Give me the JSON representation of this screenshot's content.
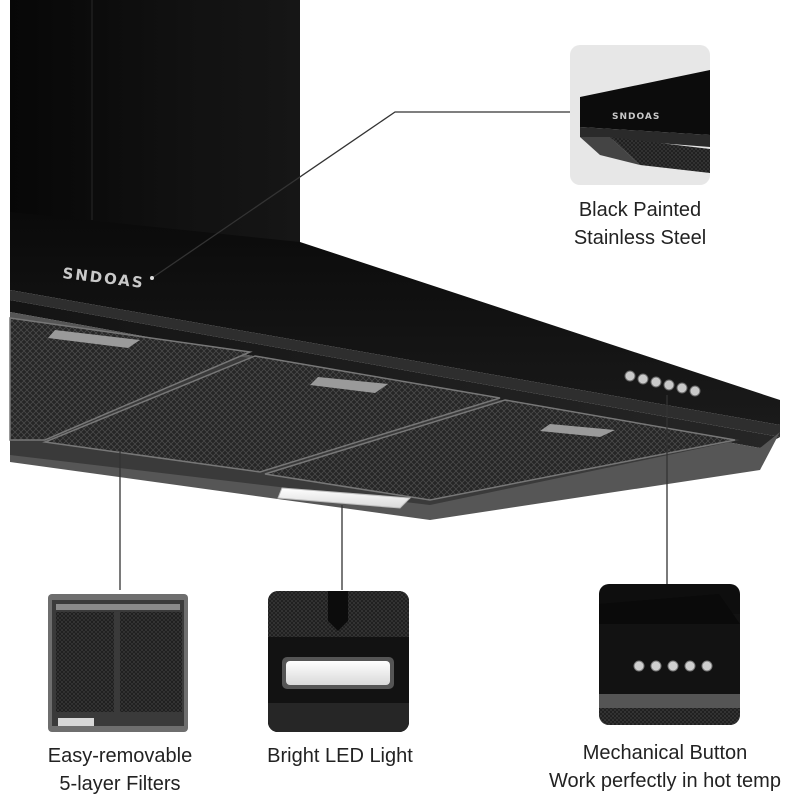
{
  "product": {
    "brand": "SNDOAS"
  },
  "features": [
    {
      "title_line1": "Black Painted",
      "title_line2": "Stainless Steel",
      "thumbnail_brand": "SNDOAS"
    },
    {
      "title_line1": "Easy-removable",
      "title_line2": "5-layer Filters"
    },
    {
      "title_line1": "Bright LED Light"
    },
    {
      "title_line1": "Mechanical Button",
      "title_line2": "Work perfectly in hot temp"
    }
  ],
  "colors": {
    "body": "#101010",
    "filter_mesh": "#2b2b2b",
    "steel_trim": "#8a8a8a",
    "leader_line": "#333333"
  }
}
